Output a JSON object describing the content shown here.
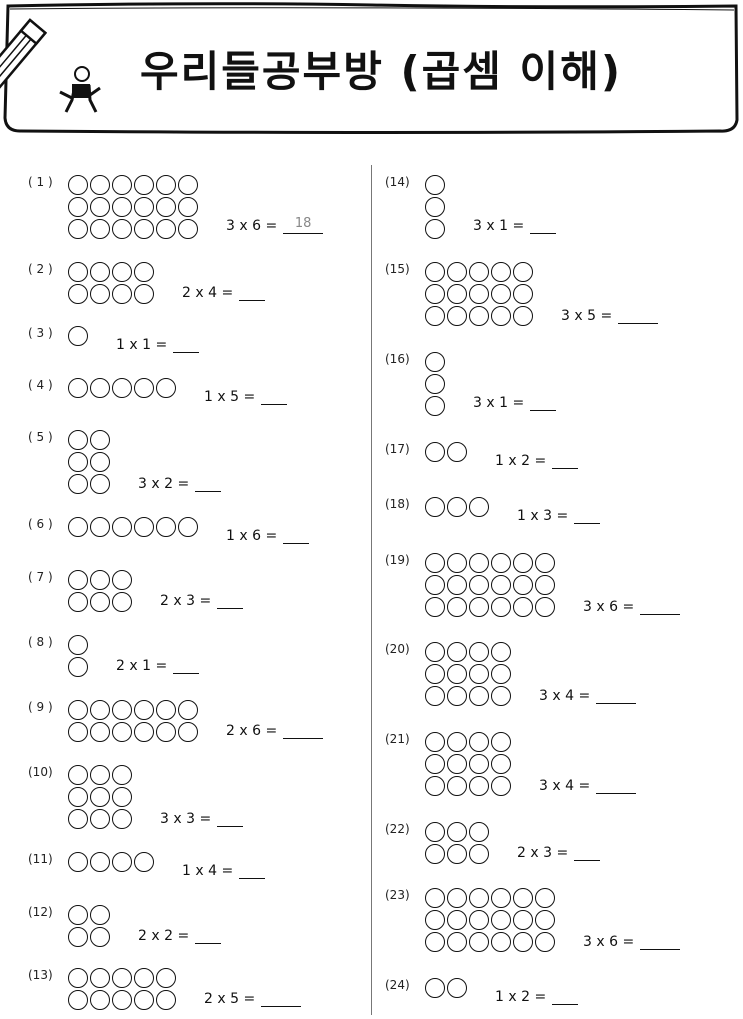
{
  "title": "우리들공부방 (곱셈 이해)",
  "answer_example": "18",
  "problems": [
    {
      "label": "( 1 )",
      "rows": 3,
      "cols": 6,
      "equation": "3 x 6 =",
      "answer": "18"
    },
    {
      "label": "( 2 )",
      "rows": 2,
      "cols": 4,
      "equation": "2 x 4 =",
      "answer": ""
    },
    {
      "label": "( 3 )",
      "rows": 1,
      "cols": 1,
      "equation": "1 x 1 =",
      "answer": ""
    },
    {
      "label": "( 4 )",
      "rows": 1,
      "cols": 5,
      "equation": "1 x 5 =",
      "answer": ""
    },
    {
      "label": "( 5 )",
      "rows": 3,
      "cols": 2,
      "equation": "3 x 2 =",
      "answer": ""
    },
    {
      "label": "( 6 )",
      "rows": 1,
      "cols": 6,
      "equation": "1 x 6 =",
      "answer": ""
    },
    {
      "label": "( 7 )",
      "rows": 2,
      "cols": 3,
      "equation": "2 x 3 =",
      "answer": ""
    },
    {
      "label": "( 8 )",
      "rows": 2,
      "cols": 1,
      "equation": "2 x 1 =",
      "answer": ""
    },
    {
      "label": "( 9 )",
      "rows": 2,
      "cols": 6,
      "equation": "2 x 6 =",
      "answer": ""
    },
    {
      "label": "(10)",
      "rows": 3,
      "cols": 3,
      "equation": "3 x 3 =",
      "answer": ""
    },
    {
      "label": "(11)",
      "rows": 1,
      "cols": 4,
      "equation": "1 x 4 =",
      "answer": ""
    },
    {
      "label": "(12)",
      "rows": 2,
      "cols": 2,
      "equation": "2 x 2 =",
      "answer": ""
    },
    {
      "label": "(13)",
      "rows": 2,
      "cols": 5,
      "equation": "2 x 5 =",
      "answer": ""
    },
    {
      "label": "(14)",
      "rows": 3,
      "cols": 1,
      "equation": "3 x 1 =",
      "answer": ""
    },
    {
      "label": "(15)",
      "rows": 3,
      "cols": 5,
      "equation": "3 x 5 =",
      "answer": ""
    },
    {
      "label": "(16)",
      "rows": 3,
      "cols": 1,
      "equation": "3 x 1 =",
      "answer": ""
    },
    {
      "label": "(17)",
      "rows": 1,
      "cols": 2,
      "equation": "1 x 2 =",
      "answer": ""
    },
    {
      "label": "(18)",
      "rows": 1,
      "cols": 3,
      "equation": "1 x 3 =",
      "answer": ""
    },
    {
      "label": "(19)",
      "rows": 3,
      "cols": 6,
      "equation": "3 x 6 =",
      "answer": ""
    },
    {
      "label": "(20)",
      "rows": 3,
      "cols": 4,
      "equation": "3 x 4 =",
      "answer": ""
    },
    {
      "label": "(21)",
      "rows": 3,
      "cols": 4,
      "equation": "3 x 4 =",
      "answer": ""
    },
    {
      "label": "(22)",
      "rows": 2,
      "cols": 3,
      "equation": "2 x 3 =",
      "answer": ""
    },
    {
      "label": "(23)",
      "rows": 3,
      "cols": 6,
      "equation": "3 x 6 =",
      "answer": ""
    },
    {
      "label": "(24)",
      "rows": 1,
      "cols": 2,
      "equation": "1 x 2 =",
      "answer": ""
    }
  ]
}
